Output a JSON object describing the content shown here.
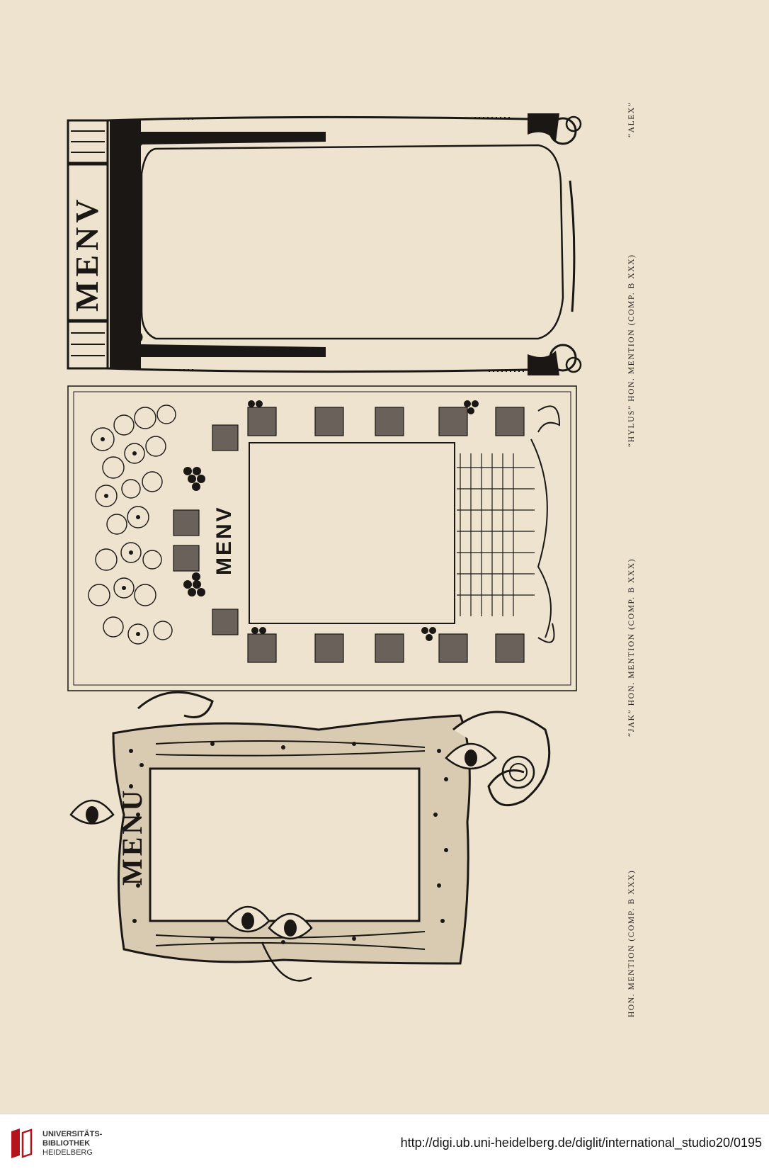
{
  "captions": {
    "left": "HON. MENTION (COMP. B XXX)",
    "center": "“JAK” HON. MENTION (COMP. B XXX)",
    "right_top": "“HYLUS” HON. MENTION (COMP. B XXX)",
    "alex": "“ALEX”"
  },
  "designs": {
    "hylus_menu_word": "MENV",
    "jak_menu_word": "MENV",
    "alex_menu_word": "MENU"
  },
  "footer": {
    "library_line1": "UNIVERSITÄTS-",
    "library_line2": "BIBLIOTHEK",
    "library_line3": "HEIDELBERG",
    "url": "http://digi.ub.uni-heidelberg.de/diglit/international_studio20/0195"
  },
  "colors": {
    "paper": "#ede3cf",
    "ink": "#1a1714",
    "logo_red": "#b5141c"
  }
}
